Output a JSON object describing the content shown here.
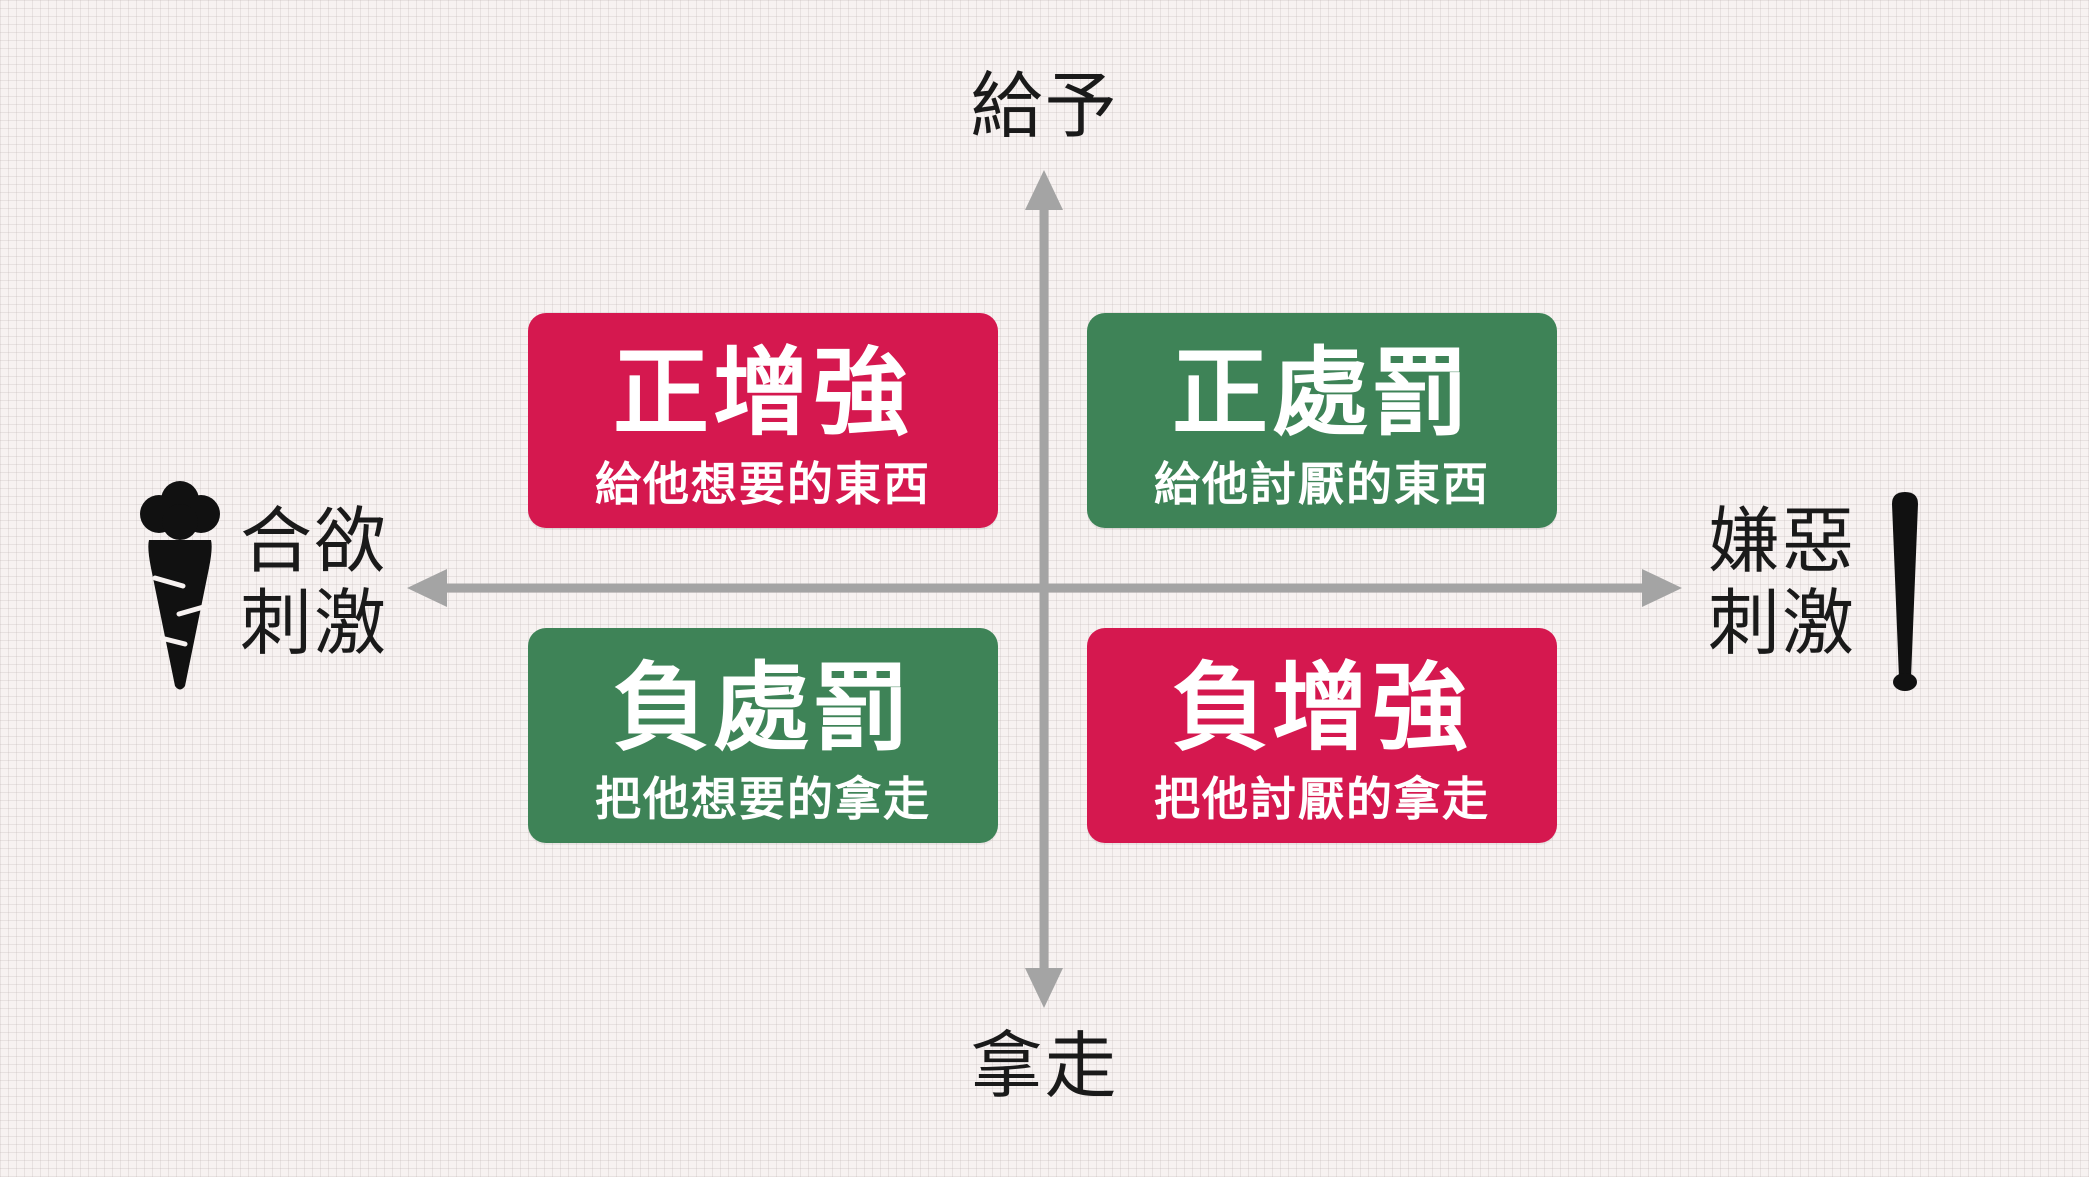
{
  "axes": {
    "top_label": "給予",
    "bottom_label": "拿走",
    "left_label_lines": [
      "合欲",
      "刺激"
    ],
    "right_label_lines": [
      "嫌惡",
      "刺激"
    ],
    "color": "#a4a4a4"
  },
  "quadrants": {
    "top_left": {
      "term": "正增強",
      "description": "給他想要的東西",
      "color": "#d5184f"
    },
    "top_right": {
      "term": "正處罰",
      "description": "給他討厭的東西",
      "color": "#3e8357"
    },
    "bottom_left": {
      "term": "負處罰",
      "description": "把他想要的拿走",
      "color": "#3e8357"
    },
    "bottom_right": {
      "term": "負增強",
      "description": "把他討厭的拿走",
      "color": "#d5184f"
    }
  },
  "icons": {
    "left": "carrot-icon",
    "right": "stick-icon"
  }
}
